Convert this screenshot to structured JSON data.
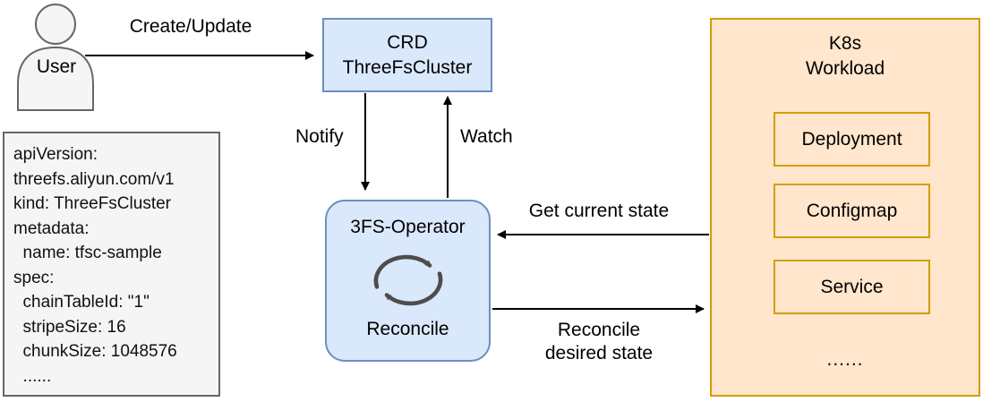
{
  "diagram": {
    "user": {
      "label": "User"
    },
    "arrows": {
      "create_update_label": "Create/Update",
      "notify_label": "Notify",
      "watch_label": "Watch",
      "get_current_state_label": "Get current state",
      "reconcile_desired_line1": "Reconcile",
      "reconcile_desired_line2": "desired state"
    },
    "crd_box": {
      "line1": "CRD",
      "line2": "ThreeFsCluster"
    },
    "operator_box": {
      "title": "3FS-Operator",
      "icon": "sync-loop-icon",
      "caption": "Reconcile"
    },
    "k8s_box": {
      "title_line1": "K8s",
      "title_line2": "Workload",
      "items": [
        "Deployment",
        "Configmap",
        "Service"
      ],
      "dots": "......"
    },
    "yaml_box": {
      "lines": [
        "apiVersion:",
        "threefs.aliyun.com/v1",
        "kind: ThreeFsCluster",
        "metadata:",
        "  name: tfsc-sample",
        "spec:",
        "  chainTableId: \"1\"",
        "  stripeSize: 16",
        "  chunkSize: 1048576",
        "  ......"
      ]
    },
    "colors": {
      "blue_fill": "#dae8fc",
      "blue_stroke": "#6c8ebf",
      "orange_fill": "#ffe6cc",
      "orange_stroke": "#d79b00",
      "inner_box_stroke": "#d0a000",
      "gray_fill": "#f5f5f5",
      "gray_stroke": "#666666",
      "arrow_color": "#000000",
      "sync_icon_color": "#4d4d4d"
    }
  }
}
